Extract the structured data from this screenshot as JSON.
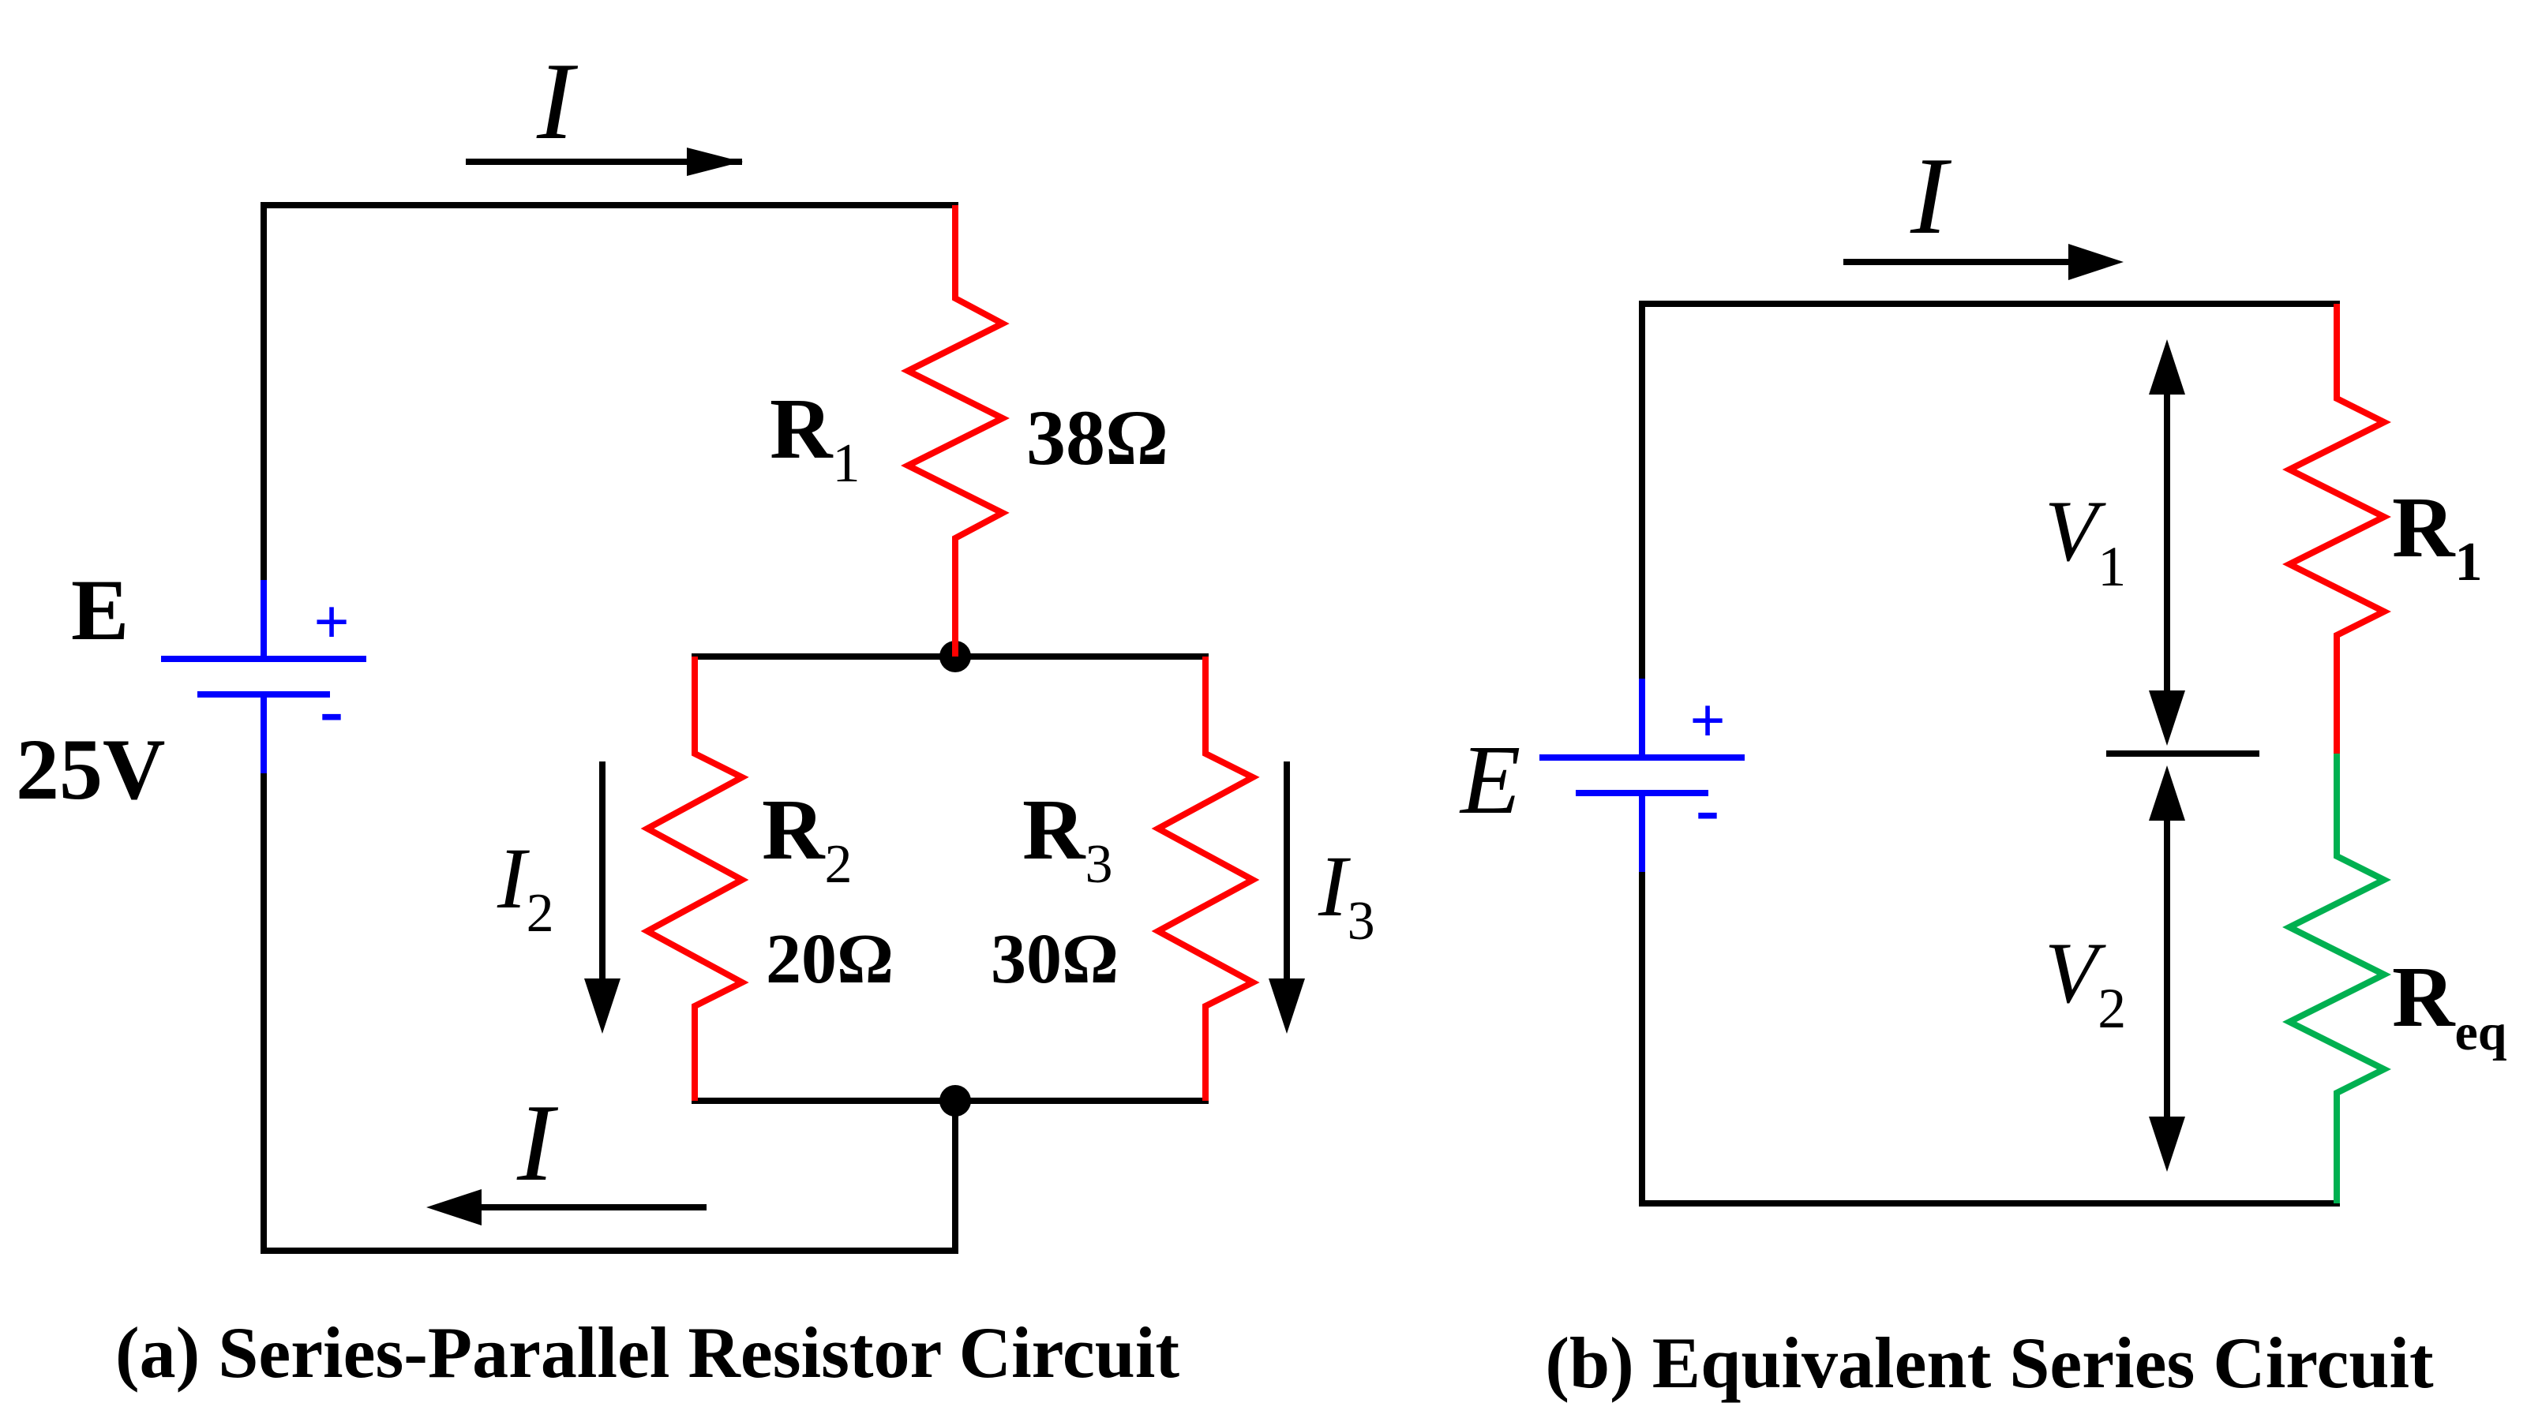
{
  "colors": {
    "wire": "#000000",
    "resistor": "#ff0000",
    "equivalent_resistor": "#00b050",
    "battery": "#0000ff"
  },
  "circuit_a": {
    "caption": "(a) Series-Parallel Resistor Circuit",
    "source_label": "E",
    "source_value": "25V",
    "current_main": "I",
    "current_return": "I",
    "r1": {
      "name": "R",
      "sub": "1",
      "value": "38Ω"
    },
    "r2": {
      "name": "R",
      "sub": "2",
      "value": "20Ω"
    },
    "r3": {
      "name": "R",
      "sub": "3",
      "value": "30Ω"
    },
    "i2": {
      "name": "I",
      "sub": "2"
    },
    "i3": {
      "name": "I",
      "sub": "3"
    },
    "plus": "+",
    "minus": "-"
  },
  "circuit_b": {
    "caption": "(b) Equivalent Series Circuit",
    "source_label": "E",
    "current": "I",
    "r1": {
      "name": "R",
      "sub": "1"
    },
    "req": {
      "name": "R",
      "sub": "eq"
    },
    "v1": {
      "name": "V",
      "sub": "1"
    },
    "v2": {
      "name": "V",
      "sub": "2"
    },
    "plus": "+",
    "minus": "-"
  }
}
